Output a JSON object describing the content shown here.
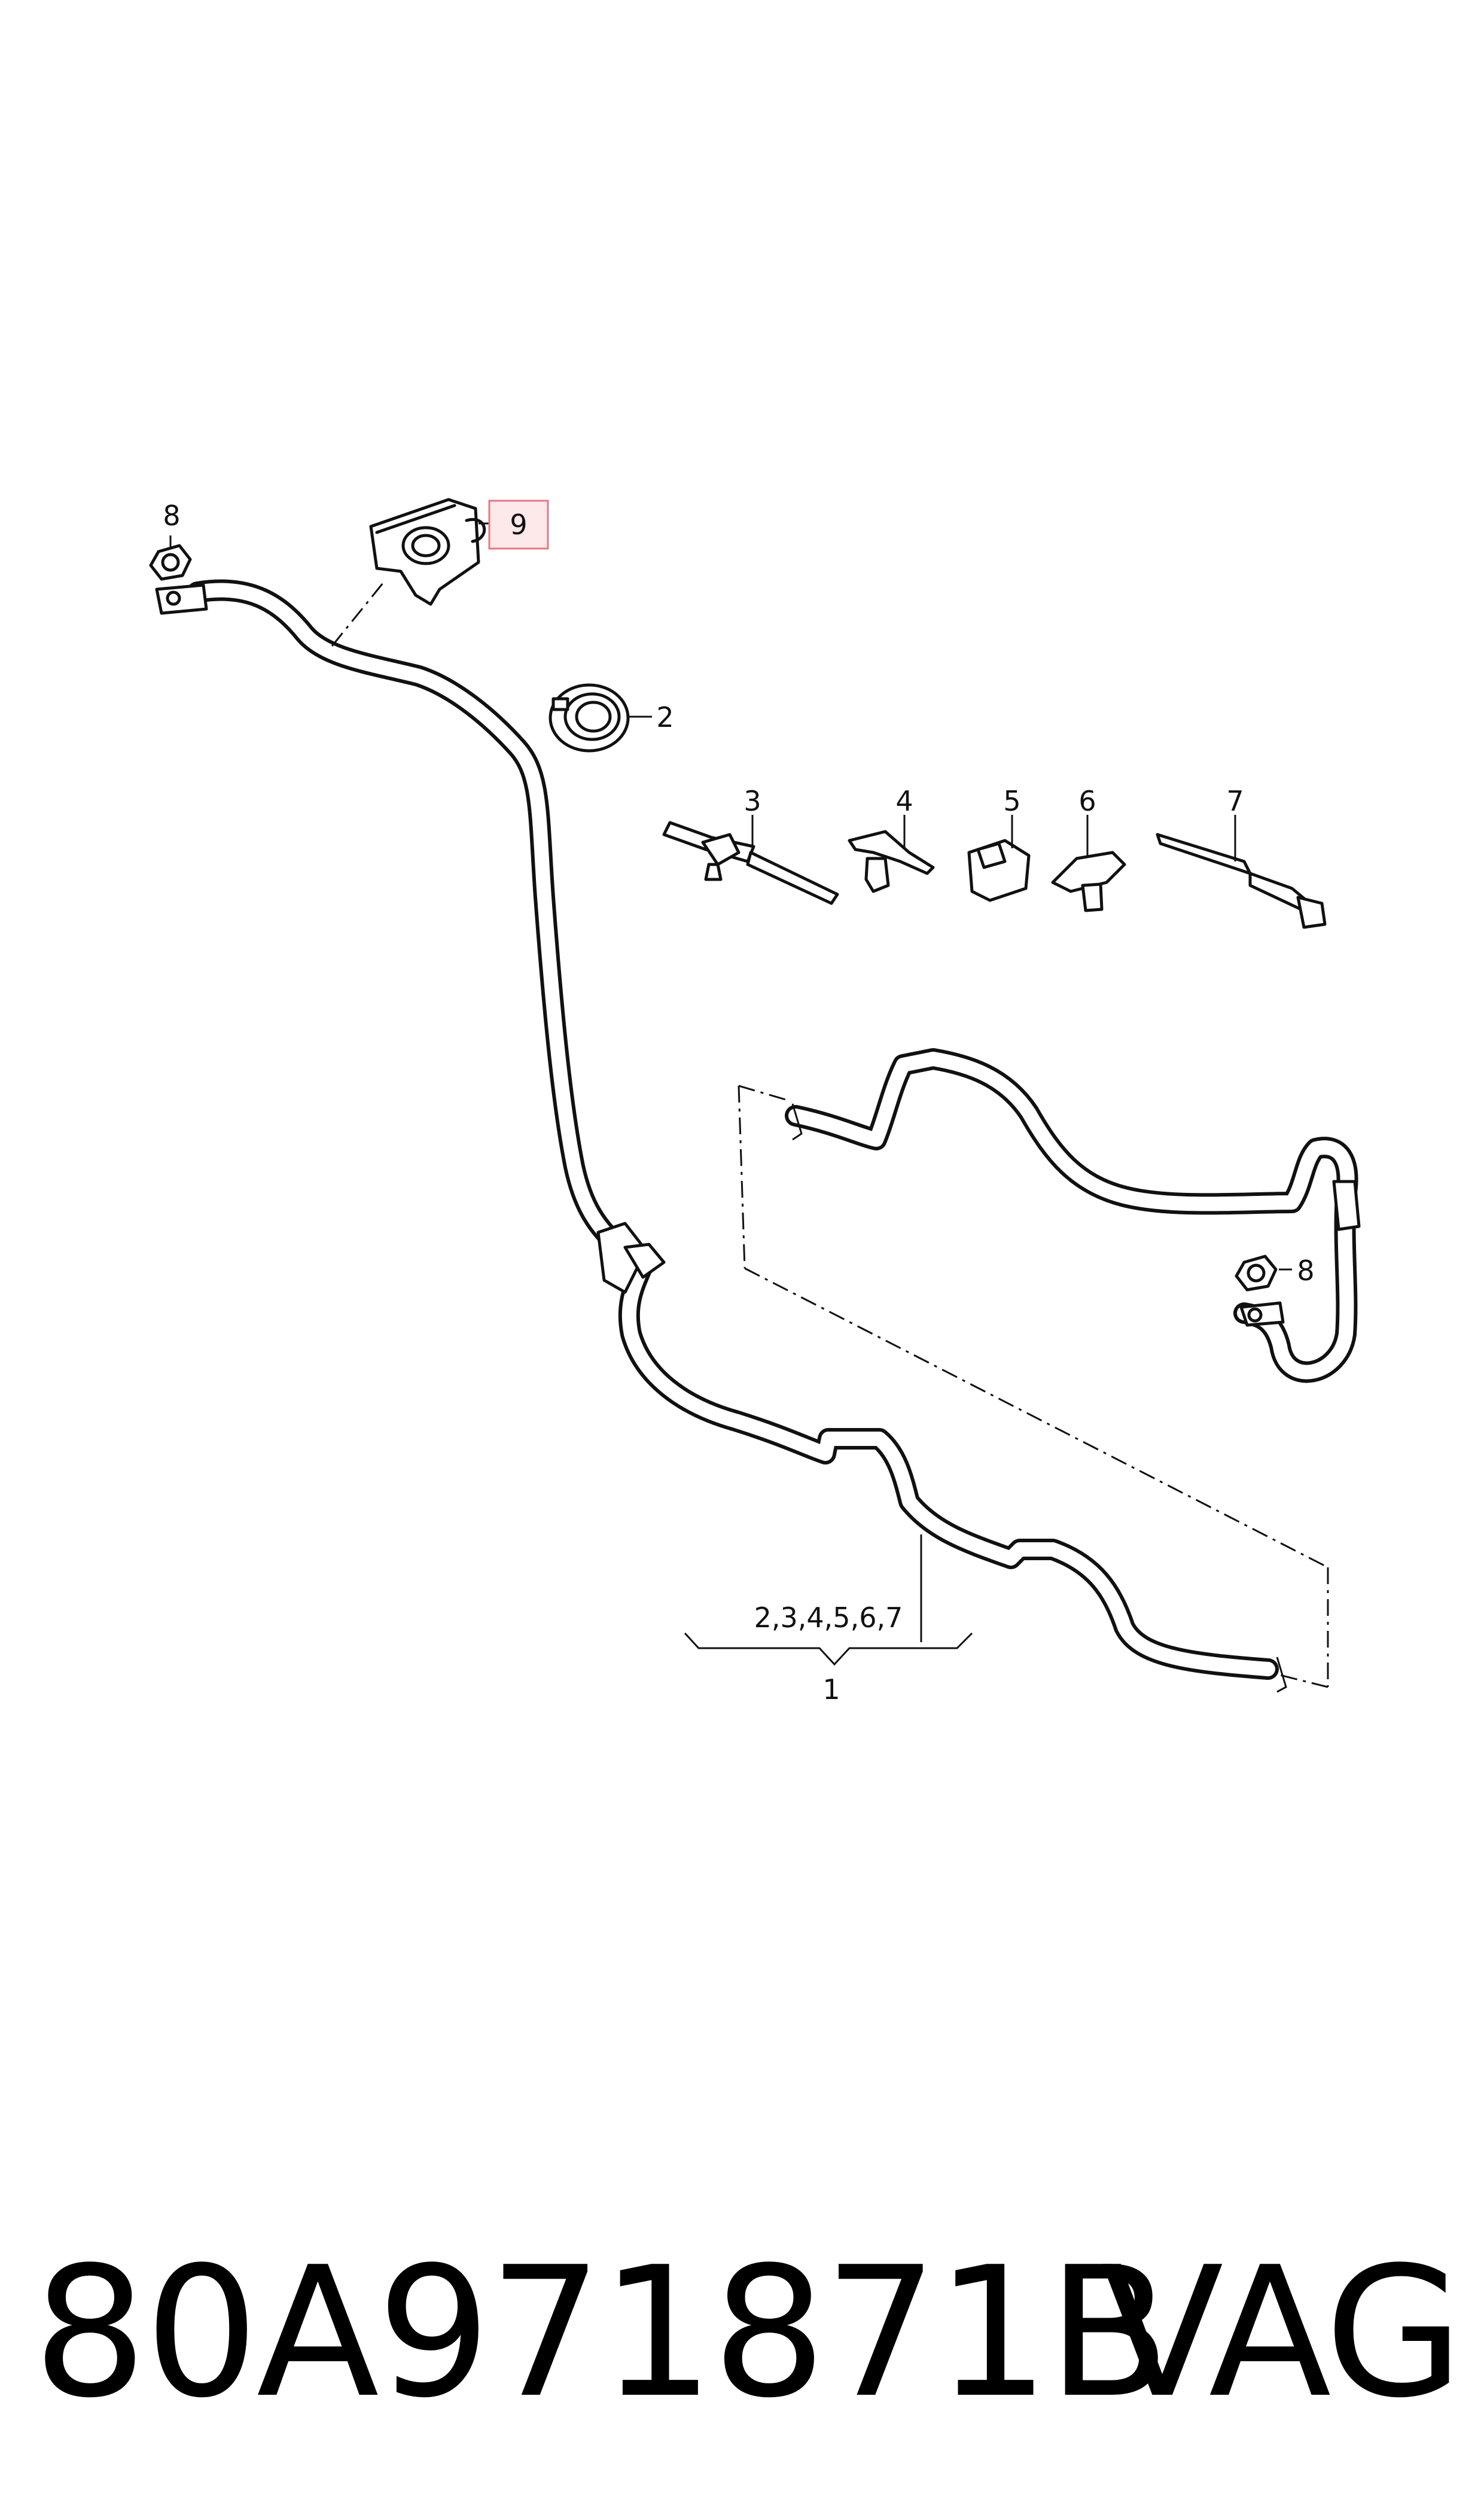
{
  "callouts": {
    "c1": "1",
    "c2": "2",
    "c3": "3",
    "c4": "4",
    "c5": "5",
    "c6": "6",
    "c7": "7",
    "c8_left": "8",
    "c8_right": "8",
    "c9": "9",
    "group": "2,3,4,5,6,7"
  },
  "footer": {
    "part_number": "80A971871B",
    "brand": "VAG"
  },
  "colors": {
    "highlight_fill": "#fde8ea",
    "highlight_stroke": "#e07a86",
    "line": "#111111"
  }
}
